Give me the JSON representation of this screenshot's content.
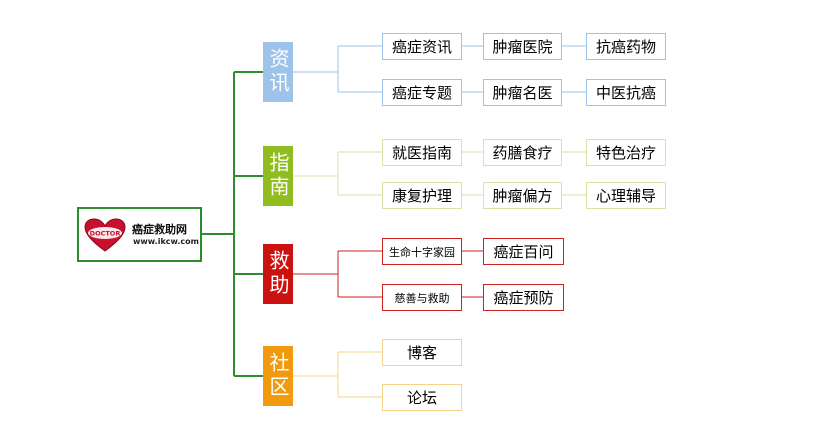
{
  "root": {
    "logo_text": "DOCTOR",
    "title": "癌症救助网",
    "url": "www.ikcw.com"
  },
  "colors": {
    "trunk": "#2e8b2e",
    "info": "#9ec3ea",
    "guide": "#8fbc1f",
    "help": "#cc1111",
    "community": "#f19a0e"
  },
  "categories": [
    {
      "label": "资讯",
      "items": [
        [
          "癌症资讯",
          "肿瘤医院",
          "抗癌药物"
        ],
        [
          "癌症专题",
          "肿瘤名医",
          "中医抗癌"
        ]
      ]
    },
    {
      "label": "指南",
      "items": [
        [
          "就医指南",
          "药膳食疗",
          "特色治疗"
        ],
        [
          "康复护理",
          "肿瘤偏方",
          "心理辅导"
        ]
      ]
    },
    {
      "label": "救助",
      "items": [
        [
          "生命十字家园",
          "癌症百问"
        ],
        [
          "慈善与救助",
          "癌症预防"
        ]
      ]
    },
    {
      "label": "社区",
      "items": [
        [
          "博客"
        ],
        [
          "论坛"
        ]
      ]
    }
  ]
}
